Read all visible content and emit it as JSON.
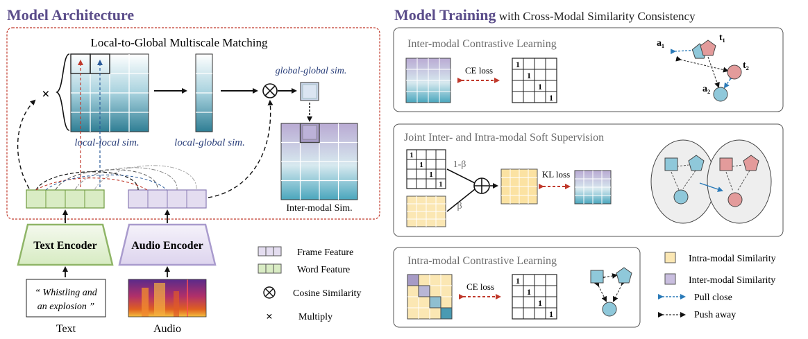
{
  "left": {
    "title": "Model Architecture",
    "matching_title": "Local-to-Global Multiscale Matching",
    "local_local": "local-local sim.",
    "local_global": "local-global sim.",
    "global_global": "global-global sim.",
    "inter_modal": "Inter-modal Sim.",
    "text_encoder": "Text Encoder",
    "audio_encoder": "Audio Encoder",
    "caption_line1": "“ Whistling and",
    "caption_line2": "an explosion ”",
    "text_label": "Text",
    "audio_label": "Audio",
    "multiply_symbol": "×"
  },
  "legend_left": {
    "frame_feature": "Frame Feature",
    "word_feature": "Word Feature",
    "cosine": "Cosine Similarity",
    "multiply": "Multiply",
    "multiply_symbol": "×"
  },
  "right": {
    "title_bold": "Model Training",
    "title_rest": " with Cross-Modal Similarity Consistency",
    "box1_title": "Inter-modal Contrastive Learning",
    "box2_title": "Joint Inter- and Intra-modal Soft Supervision",
    "box3_title": "Intra-modal Contrastive Learning",
    "ce_loss": "CE loss",
    "kl_loss": "KL loss",
    "one_minus_beta": "1-β",
    "beta": "β",
    "diag_one": "1",
    "a1": "a₁",
    "t1": "t₁",
    "t2": "t₂",
    "a2": "a₂"
  },
  "legend_right": {
    "intra": "Intra-modal Similarity",
    "inter": "Inter-modal Similarity",
    "pull": "Pull close",
    "push": "Push away"
  },
  "colors": {
    "title_purple": "#5b4d8a",
    "text_green_fill": "#d9ecc4",
    "text_green_stroke": "#6e9a3e",
    "audio_purple_fill": "#e4ddf0",
    "audio_purple_stroke": "#8a7cb4",
    "teal_dark": "#2f7e94",
    "intra_yellow": "#fbe7b3",
    "inter_purple": "#c9bedf",
    "red_dashed": "#c0392b",
    "pull_blue": "#2a7ab8"
  }
}
